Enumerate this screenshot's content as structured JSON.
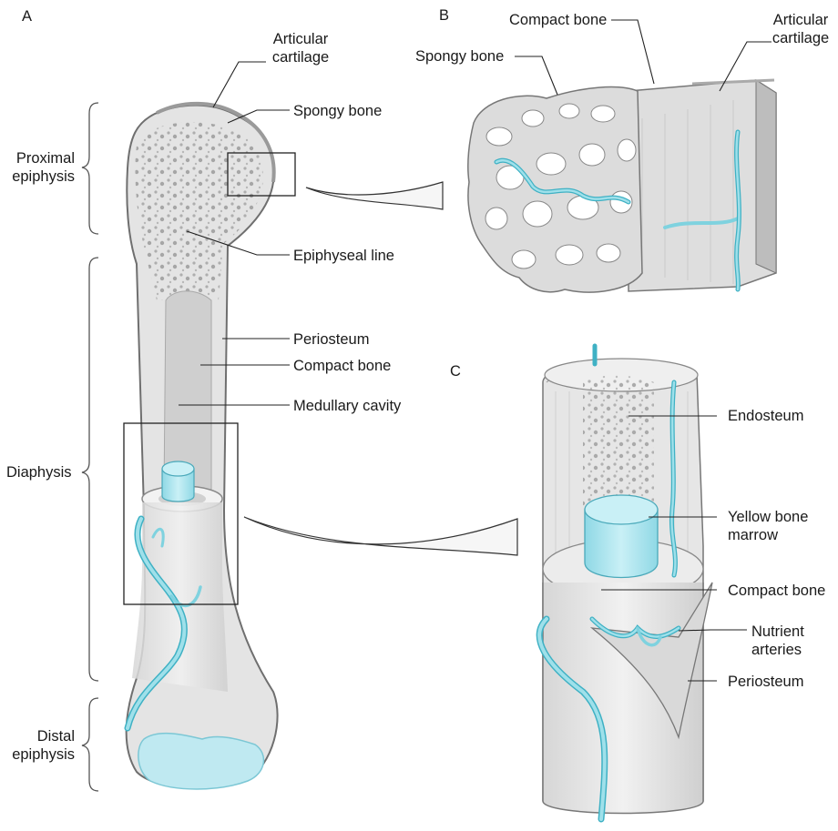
{
  "panels": {
    "a": "A",
    "b": "B",
    "c": "C"
  },
  "panel_a": {
    "articular_cartilage": [
      "Articular",
      "cartilage"
    ],
    "spongy_bone": "Spongy bone",
    "epiphyseal_line": "Epiphyseal line",
    "periosteum": "Periosteum",
    "compact_bone": "Compact bone",
    "medullary_cavity": "Medullary cavity"
  },
  "regions": {
    "proximal_epiphysis": [
      "Proximal",
      "epiphysis"
    ],
    "diaphysis": "Diaphysis",
    "distal_epiphysis": [
      "Distal",
      "epiphysis"
    ]
  },
  "panel_b": {
    "compact_bone": "Compact bone",
    "articular_cartilage": [
      "Articular",
      "cartilage"
    ],
    "spongy_bone": "Spongy bone"
  },
  "panel_c": {
    "endosteum": "Endosteum",
    "yellow_bone_marrow": [
      "Yellow bone",
      "marrow"
    ],
    "compact_bone": "Compact bone",
    "nutrient_arteries": [
      "Nutrient",
      "arteries"
    ],
    "periosteum": "Periosteum"
  },
  "colors": {
    "bone": "#e4e4e4",
    "bone_shadow": "#c9c9c9",
    "outline": "#6f6f6f",
    "vessel": "#7fd2df",
    "vessel_dark": "#3fb1c4",
    "marrow": "#a9e4ee"
  }
}
